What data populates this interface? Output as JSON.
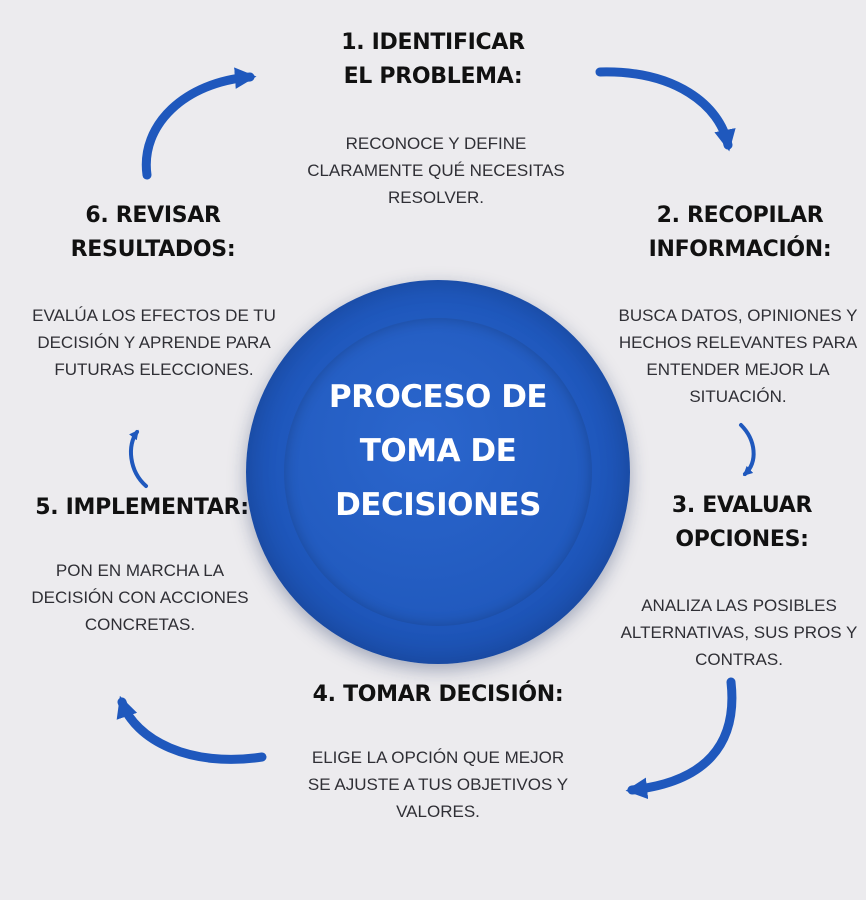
{
  "center": {
    "title": "PROCESO DE\nTOMA DE\nDECISIONES"
  },
  "steps": [
    {
      "title": "1. IDENTIFICAR EL PROBLEMA:",
      "description": "RECONOCE Y DEFINE CLARAMENTE QUÉ NECESITAS RESOLVER."
    },
    {
      "title": "2. RECOPILAR INFORMACIÓN:",
      "description": "BUSCA DATOS, OPINIONES Y HECHOS RELEVANTES PARA ENTENDER MEJOR LA SITUACIÓN."
    },
    {
      "title": "3. EVALUAR OPCIONES:",
      "description": "ANALIZA LAS POSIBLES ALTERNATIVAS, SUS PROS Y CONTRAS."
    },
    {
      "title": "4. TOMAR DECISIÓN:",
      "description": "ELIGE LA OPCIÓN QUE MEJOR SE AJUSTE A TUS OBJETIVOS Y VALORES."
    },
    {
      "title": "5. IMPLEMENTAR:",
      "description": "PON EN MARCHA LA DECISIÓN CON ACCIONES CONCRETAS."
    },
    {
      "title": "6. REVISAR RESULTADOS:",
      "description": "EVALÚA LOS EFECTOS DE TU DECISIÓN Y APRENDE PARA FUTURAS ELECCIONES."
    }
  ],
  "colors": {
    "accent": "#1f58bd",
    "background": "#ecebee",
    "title_text": "#111111",
    "body_text": "#2f2f35"
  },
  "icons": [
    "cycle-arrow-icon"
  ]
}
